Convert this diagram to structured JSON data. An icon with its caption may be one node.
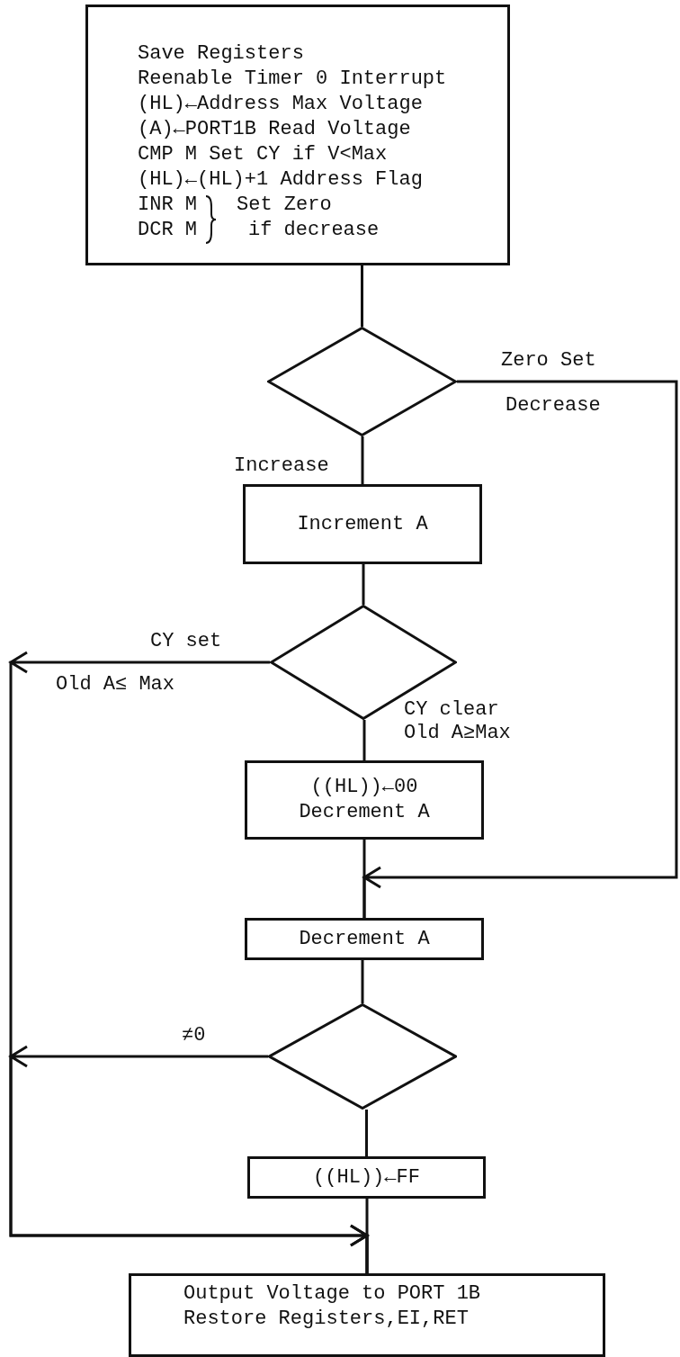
{
  "diagram": {
    "nodes": [
      {
        "text": [
          "Save Registers",
          "Reenable Timer 0 Interrupt",
          "(HL)←Address Max Voltage",
          "(A)←PORT1B Read Voltage",
          "CMP M Set CY if V<Max",
          "(HL)←(HL)+1 Address Flag",
          "INR M",
          "DCR M",
          "Set Zero",
          "if decrease"
        ]
      },
      {
        "text": [],
        "shape": "diamond"
      },
      {
        "text": [
          "Increment A"
        ]
      },
      {
        "text": [],
        "shape": "diamond"
      },
      {
        "text": [
          "((HL))←00",
          "Decrement A"
        ]
      },
      {
        "text": [
          "Decrement A"
        ]
      },
      {
        "text": [],
        "shape": "diamond"
      },
      {
        "text": [
          "((HL))←FF"
        ]
      },
      {
        "text": [
          "Output Voltage to PORT 1B",
          "Restore Registers,EI,RET"
        ]
      }
    ],
    "edges": [
      {
        "from": 0,
        "to": 1,
        "arrow": "none"
      },
      {
        "from": 1,
        "to": 2,
        "arrow": "none",
        "label": "Increase"
      },
      {
        "from": 2,
        "to": 3,
        "arrow": "none"
      },
      {
        "from": 3,
        "to": 8,
        "arrow": "to",
        "label": "CY set"
      },
      {
        "from": 3,
        "to": 4,
        "arrow": "none",
        "label": "CY clear Old A≥Max"
      },
      {
        "from": 4,
        "to": 5,
        "arrow": "none"
      },
      {
        "from": 1,
        "to": 5,
        "arrow": "to",
        "label": "Zero Set"
      },
      {
        "from": 5,
        "to": 6,
        "arrow": "none"
      },
      {
        "from": 6,
        "to": 8,
        "arrow": "to",
        "label": "≠0"
      },
      {
        "from": 6,
        "to": 7,
        "arrow": "none"
      },
      {
        "from": 7,
        "to": 8,
        "arrow": "none"
      }
    ],
    "labels": [
      "Decrease",
      "Old A≤ Max"
    ]
  }
}
